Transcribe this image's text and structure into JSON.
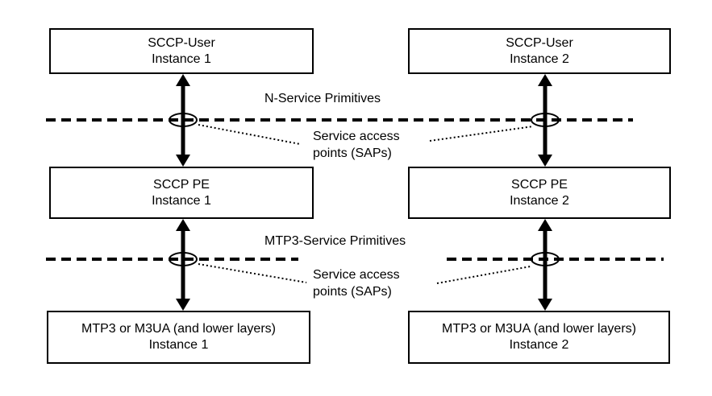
{
  "diagram": {
    "colors": {
      "ink": "#000000",
      "paper": "#ffffff"
    },
    "boxes": [
      {
        "id": "sccp-user-1",
        "line1": "SCCP-User",
        "line2": "Instance 1"
      },
      {
        "id": "sccp-user-2",
        "line1": "SCCP-User",
        "line2": "Instance 2"
      },
      {
        "id": "sccp-pe-1",
        "line1": "SCCP PE",
        "line2": "Instance 1"
      },
      {
        "id": "sccp-pe-2",
        "line1": "SCCP PE",
        "line2": "Instance 2"
      },
      {
        "id": "mtp3-1",
        "line1": "MTP3 or M3UA (and lower layers)",
        "line2": "Instance 1"
      },
      {
        "id": "mtp3-2",
        "line1": "MTP3 or M3UA (and lower layers)",
        "line2": "Instance 2"
      }
    ],
    "labels": {
      "n_service_primitives": "N-Service Primitives",
      "mtp3_service_primitives": "MTP3-Service Primitives",
      "sap_line1": "Service access",
      "sap_line2": "points (SAPs)"
    }
  }
}
